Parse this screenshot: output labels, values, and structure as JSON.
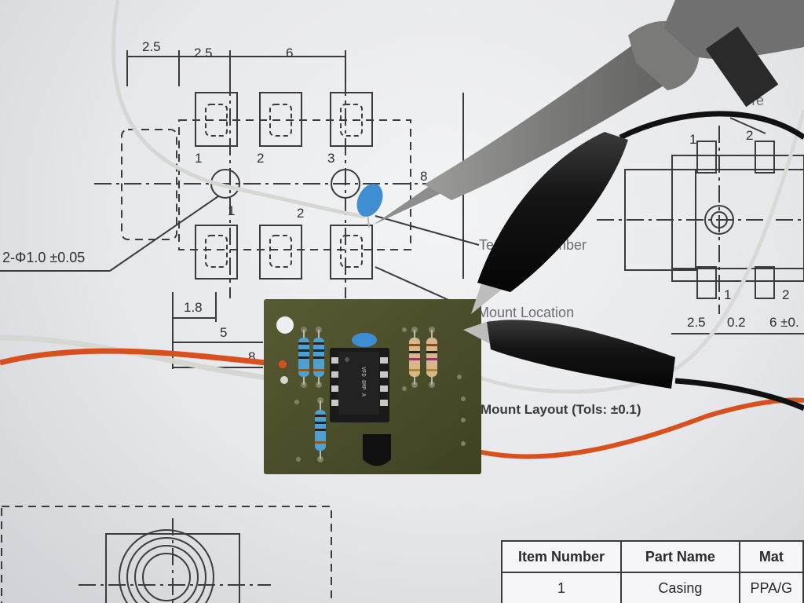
{
  "drawing": {
    "dimensions_top": [
      "2.5",
      "2.5",
      "6"
    ],
    "dimension_8": "8",
    "pin_labels_top": [
      "1",
      "2",
      "3"
    ],
    "pin_labels_mid": [
      "1",
      "2"
    ],
    "hole_spec": "2-Φ1.0 ±0.05",
    "dimension_1_8": "1.8",
    "dimension_5": "5",
    "dimension_8_lower": "8",
    "terminal_number": "Terminal Number",
    "mount_location": "Mount Location",
    "mount_layout": "Mount Layout (Tols: ±0.1)",
    "right_pin_labels": [
      "1",
      "2",
      "1",
      "2"
    ],
    "right_dims": [
      "2.5",
      "0.2",
      "6 ±0."
    ],
    "terminal_short": "Te"
  },
  "parts_table": {
    "headers": [
      "Item Number",
      "Part Name",
      "Mat"
    ],
    "rows": [
      [
        "1",
        "Casing",
        "PPA/G"
      ]
    ]
  },
  "ic_marking": "VFD 8MP A",
  "colors": {
    "paper": "#eeeff1",
    "pcb": "#4a4d2a",
    "probe": "#8d8d8b",
    "clip": "#141414",
    "wire_orange": "#d8501d",
    "wire_white": "#d9dad7",
    "cap": "#3f8ed4",
    "resistor_blue": "#4fa0d2",
    "resistor_tan": "#d7b78a"
  }
}
